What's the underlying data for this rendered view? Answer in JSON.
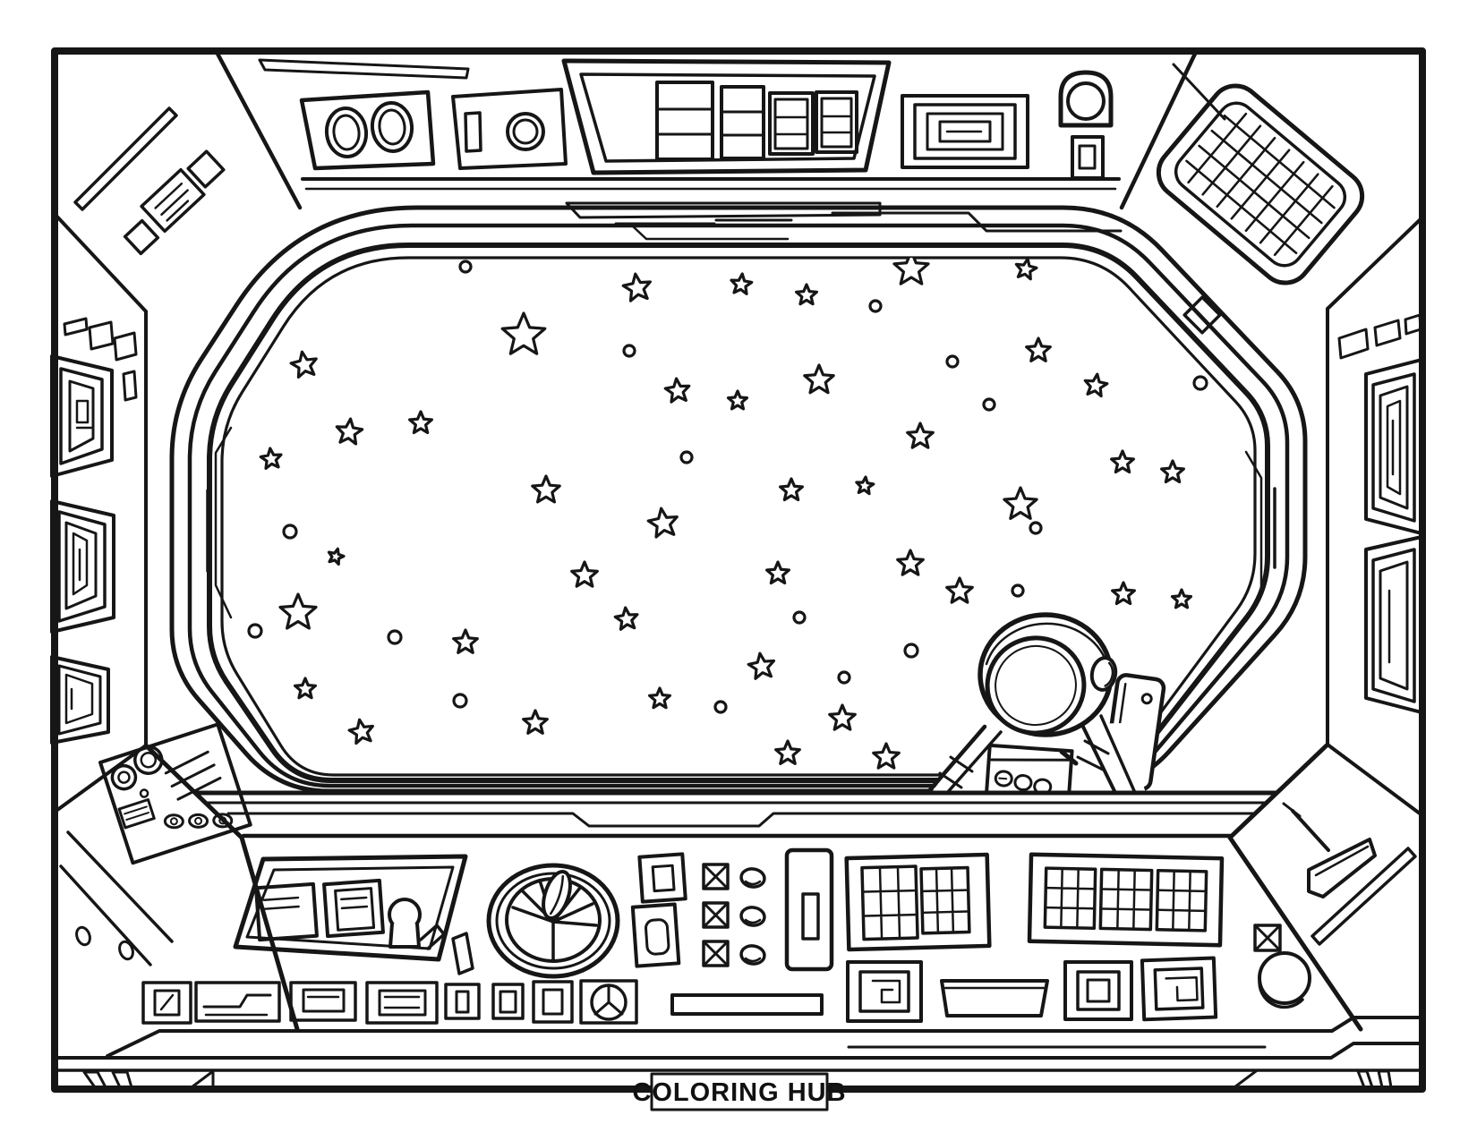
{
  "page": {
    "background_color": "#ffffff",
    "ink_color": "#161616",
    "kind": "coloring page line art",
    "subject": "spaceship interior cockpit with viewport window, control panels, stars and astronaut"
  },
  "footer": {
    "brand_label": "COLORING HUB"
  },
  "window_scene": {
    "stars": [
      [
        712,
        322,
        16,
        -8
      ],
      [
        828,
        318,
        12,
        6
      ],
      [
        901,
        330,
        12,
        0
      ],
      [
        1018,
        301,
        20,
        0
      ],
      [
        1146,
        301,
        12,
        10
      ],
      [
        585,
        375,
        25,
        0
      ],
      [
        340,
        408,
        15,
        -10
      ],
      [
        1160,
        392,
        14,
        0
      ],
      [
        1224,
        431,
        13,
        8
      ],
      [
        757,
        437,
        14,
        -6
      ],
      [
        824,
        448,
        11,
        0
      ],
      [
        915,
        425,
        17,
        0
      ],
      [
        1028,
        488,
        15,
        0
      ],
      [
        390,
        483,
        15,
        6
      ],
      [
        470,
        473,
        13,
        0
      ],
      [
        303,
        513,
        12,
        -6
      ],
      [
        610,
        548,
        16,
        0
      ],
      [
        741,
        585,
        17,
        -8
      ],
      [
        884,
        548,
        13,
        0
      ],
      [
        966,
        543,
        10,
        6
      ],
      [
        1140,
        564,
        19,
        0
      ],
      [
        1254,
        517,
        13,
        0
      ],
      [
        1310,
        528,
        13,
        0
      ],
      [
        375,
        622,
        9,
        15
      ],
      [
        333,
        685,
        21,
        0
      ],
      [
        653,
        643,
        15,
        0
      ],
      [
        700,
        692,
        13,
        -6
      ],
      [
        869,
        641,
        13,
        0
      ],
      [
        1017,
        630,
        15,
        0
      ],
      [
        1072,
        661,
        15,
        0
      ],
      [
        1255,
        664,
        13,
        0
      ],
      [
        1320,
        670,
        11,
        0
      ],
      [
        520,
        718,
        14,
        0
      ],
      [
        341,
        770,
        12,
        0
      ],
      [
        404,
        818,
        14,
        -10
      ],
      [
        598,
        808,
        14,
        0
      ],
      [
        737,
        781,
        12,
        0
      ],
      [
        851,
        745,
        15,
        -8
      ],
      [
        880,
        842,
        14,
        0
      ],
      [
        941,
        803,
        15,
        0
      ],
      [
        990,
        846,
        15,
        0
      ]
    ],
    "dots": [
      [
        520,
        298,
        6
      ],
      [
        978,
        342,
        6
      ],
      [
        703,
        392,
        6
      ],
      [
        1064,
        404,
        6
      ],
      [
        1105,
        452,
        6
      ],
      [
        767,
        511,
        6
      ],
      [
        1341,
        428,
        7
      ],
      [
        324,
        594,
        7
      ],
      [
        285,
        705,
        7
      ],
      [
        1157,
        590,
        6
      ],
      [
        441,
        712,
        7
      ],
      [
        514,
        783,
        7
      ],
      [
        805,
        790,
        6
      ],
      [
        943,
        757,
        6
      ],
      [
        893,
        690,
        6
      ],
      [
        1137,
        660,
        6
      ],
      [
        1018,
        727,
        7
      ]
    ]
  }
}
